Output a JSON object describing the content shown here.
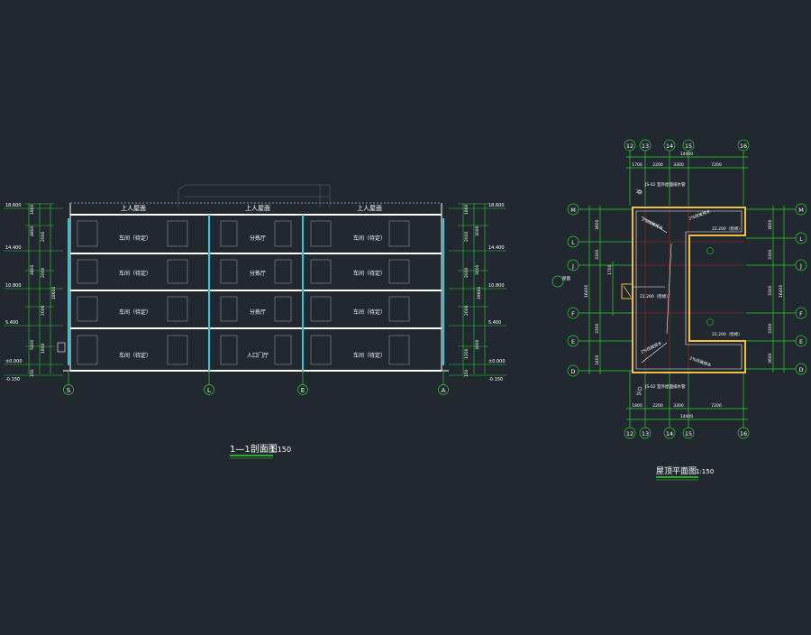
{
  "colors": {
    "background": "#212830",
    "line": "#ffffff",
    "dim": "#2fd02f",
    "glass": "#30c8d8",
    "roof_edge": "#f0c040",
    "grid": "#c02020",
    "axis_circle": "#2fd02f"
  },
  "elevation": {
    "title": "1—1剖面图",
    "scale": "1:150",
    "roof_labels": [
      "上人屋面",
      "上人屋面",
      "上人屋面"
    ],
    "rooms": [
      [
        "车间（待定）",
        "分拣厅",
        "车间（待定）"
      ],
      [
        "车间（待定）",
        "分拣厅",
        "车间（待定）"
      ],
      [
        "车间（待定）",
        "分拣厅",
        "车间（待定）"
      ],
      [
        "车间（待定）",
        "入口门厅",
        "车间（待定）"
      ]
    ],
    "axes": [
      "S",
      "L",
      "E",
      "A"
    ],
    "left_levels": [
      "18.600",
      "14.400",
      "10.800",
      "5.400",
      "±0.000",
      "-0.150"
    ],
    "right_levels": [
      "18.600",
      "14.400",
      "10.800",
      "5.400",
      "±0.000",
      "-0.150"
    ],
    "left_dims": [
      "1800",
      "2000",
      "4800",
      "2000",
      "4800",
      "2000",
      "5400",
      "1800",
      "150"
    ],
    "right_dims": [
      "1800",
      "2000",
      "3000",
      "2000",
      "3000",
      "2000",
      "3000",
      "1200",
      "150"
    ],
    "total_height": "18600"
  },
  "plan": {
    "title": "屋顶平面图",
    "scale": "1:150",
    "top_axes": [
      "12",
      "13",
      "14",
      "15",
      "16"
    ],
    "bottom_axes": [
      "12",
      "13",
      "14",
      "15",
      "16"
    ],
    "left_axes": [
      "M",
      "L",
      "J",
      "F",
      "E",
      "D"
    ],
    "right_axes": [
      "M",
      "L",
      "J",
      "F",
      "E",
      "D"
    ],
    "top_total": "14400",
    "top_dims": [
      "1700",
      "2200",
      "3300",
      "7200"
    ],
    "bottom_total": "14400",
    "bottom_dims": [
      "1800",
      "2200",
      "3300",
      "7200"
    ],
    "left_total": "16400",
    "right_total": "16400",
    "left_dims": [
      "3600",
      "3300",
      "1700",
      "3300",
      "3400"
    ],
    "right_dims": [
      "3600",
      "3300",
      "3300",
      "3300",
      "3600"
    ],
    "labels": {
      "note_top": "JS-02 室外屋面排水管",
      "note_bottom": "JS-02 室外屋面排水管",
      "slope1": "2%找坡排水",
      "slope2": "2%找坡排水",
      "slope3": "2%找坡排水",
      "slope4": "2%找坡排水",
      "level_top": "22.200（检修）",
      "level_mid": "22.200（检修）",
      "level_bottom": "22.200（检修）",
      "side": "屋面",
      "drain_top": "35",
      "drain_bottom": "35"
    }
  }
}
